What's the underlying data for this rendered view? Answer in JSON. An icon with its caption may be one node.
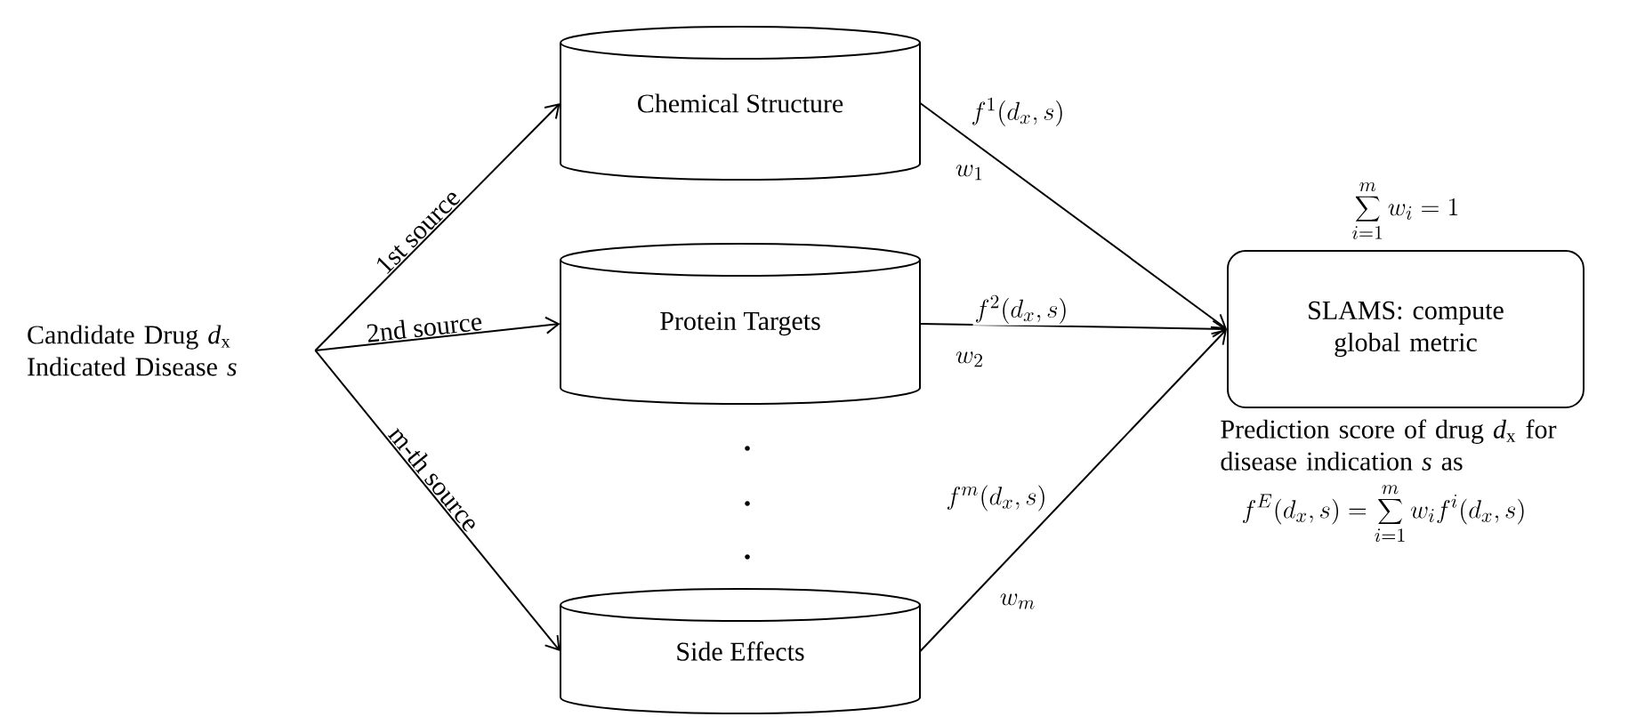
{
  "diagram": {
    "nodes": [
      {
        "text": [
          "Candidate Drug *d*$_{x}$ Indicated Disease *s*"
        ]
      },
      {
        "text": [
          "Chemical Structure"
        ]
      },
      {
        "text": [
          "Protein Targets"
        ]
      },
      {
        "text": [
          "Side Effects"
        ]
      },
      {
        "text": [
          "SLAMS: compute global metric"
        ],
        "beside": [
          "\\sum_{i=1}^{m} w_i = 1",
          "Prediction score of drug *d*$_{x}$ for disease indication *s* as",
          "f^{E}(d_x,s) = \\sum_{i=1}^{m} w_i f^{i}(d_x,s)"
        ]
      }
    ],
    "edges": [
      {
        "from": 0,
        "to": 1,
        "arrow": "to",
        "label": "1st source"
      },
      {
        "from": 0,
        "to": 2,
        "arrow": "to",
        "label": "2nd source"
      },
      {
        "from": 0,
        "to": 3,
        "arrow": "to",
        "label": "m-th source"
      },
      {
        "from": 1,
        "to": 4,
        "arrow": "to",
        "label": "f^{1}(d_x,s)"
      },
      {
        "from": 2,
        "to": 4,
        "arrow": "to",
        "label": "f^{2}(d_x,s)"
      },
      {
        "from": 3,
        "to": 4,
        "arrow": "to",
        "label": "f^{m}(d_x,s)"
      }
    ],
    "labels": [
      "w_1",
      "w_2",
      "w_m"
    ]
  }
}
